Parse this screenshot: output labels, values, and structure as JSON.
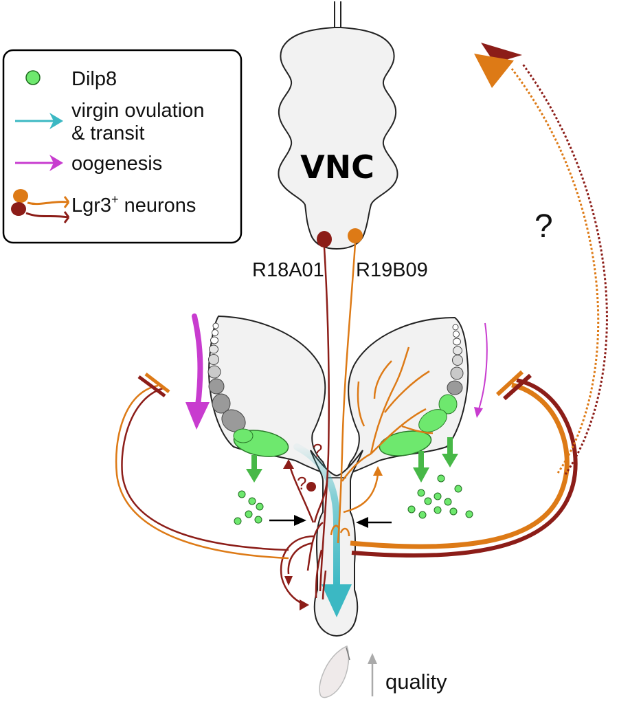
{
  "legend": {
    "dilp8": "Dilp8",
    "virgin_line1": "virgin ovulation",
    "virgin_line2": "& transit",
    "oogenesis": "oogenesis",
    "lgr3_prefix": "Lgr3",
    "lgr3_sup": "+",
    "lgr3_suffix": " neurons"
  },
  "labels": {
    "vnc": "VNC",
    "driver_left": "R18A01",
    "driver_right": "R19B09",
    "question_main": "?",
    "question_small_1": "?",
    "question_small_2": "?",
    "quality": "quality"
  },
  "colors": {
    "dilp8": "#6ee86e",
    "dilp8_arrow": "#47b847",
    "virgin_transit": "#3bb8c3",
    "oogenesis": "#c83ccf",
    "neuron_orange": "#dd7a16",
    "neuron_darkred": "#8c1d18",
    "tissue": "#f2f2f2",
    "outline": "#222222",
    "egg_chamber_gray": "#9a9a9a"
  }
}
